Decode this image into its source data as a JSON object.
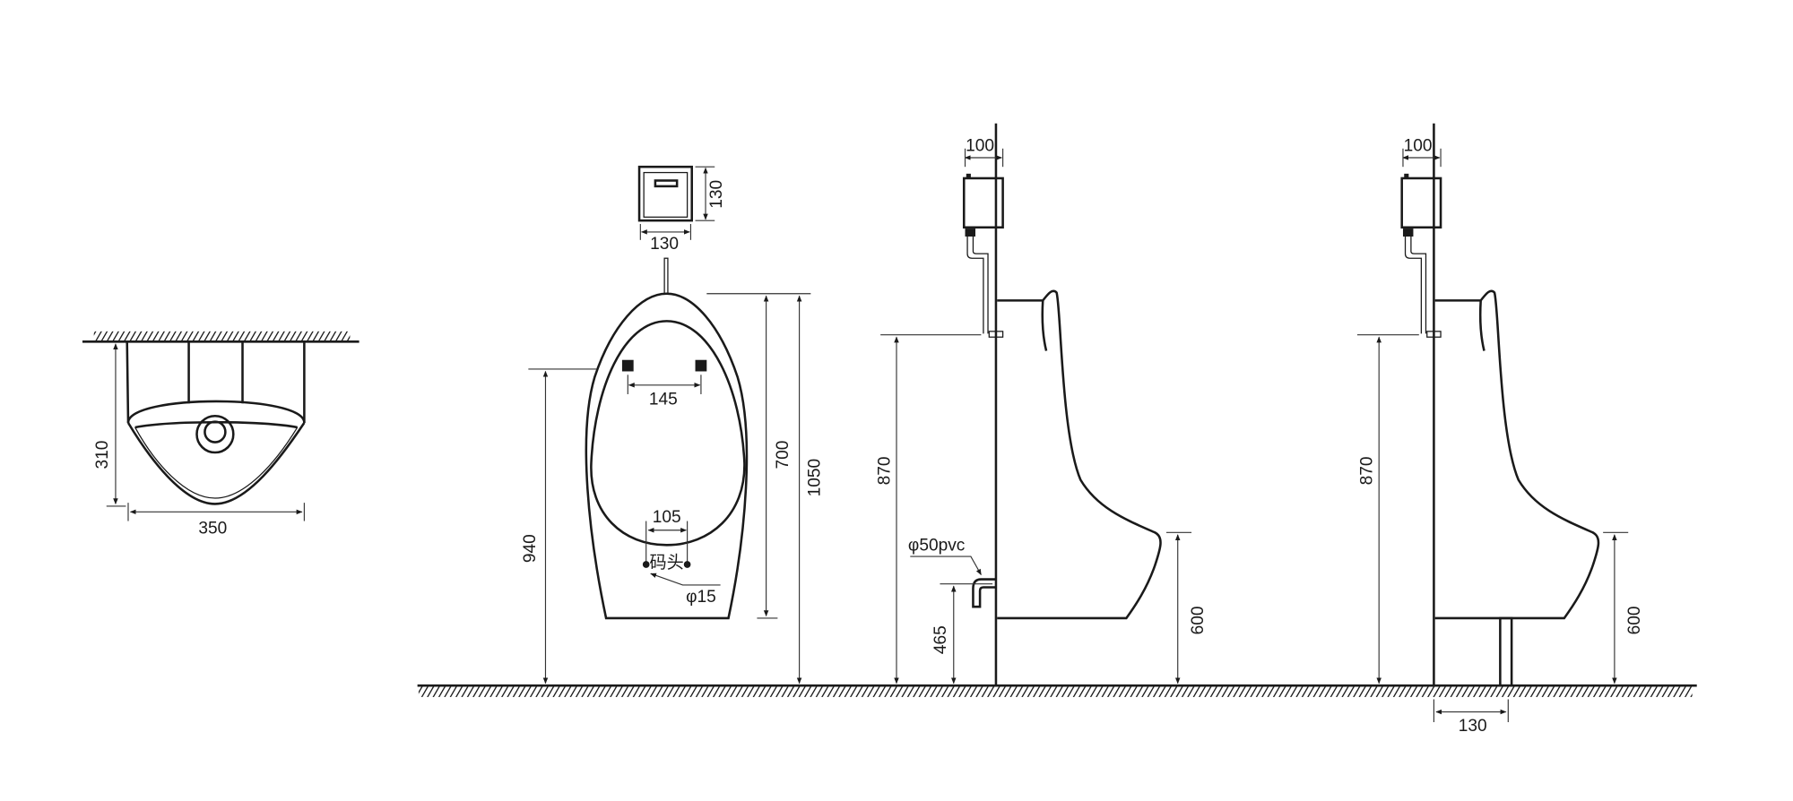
{
  "top_view": {
    "depth": "310",
    "width": "350"
  },
  "front_view": {
    "sensor_height": "130",
    "sensor_width": "130",
    "bolt_spacing": "145",
    "outlet_spacing": "105",
    "outlet_label": "码头",
    "hole_diameter": "φ15",
    "mount_height": "940",
    "body_height": "700",
    "total_height": "1050"
  },
  "side_view_wall_drain": {
    "tank_offset": "100",
    "mount_height": "870",
    "drain_pipe": "φ50pvc",
    "drain_height": "465",
    "rim_height": "600"
  },
  "side_view_floor_drain": {
    "tank_offset": "100",
    "mount_height": "870",
    "rim_height": "600",
    "drain_offset": "130"
  }
}
